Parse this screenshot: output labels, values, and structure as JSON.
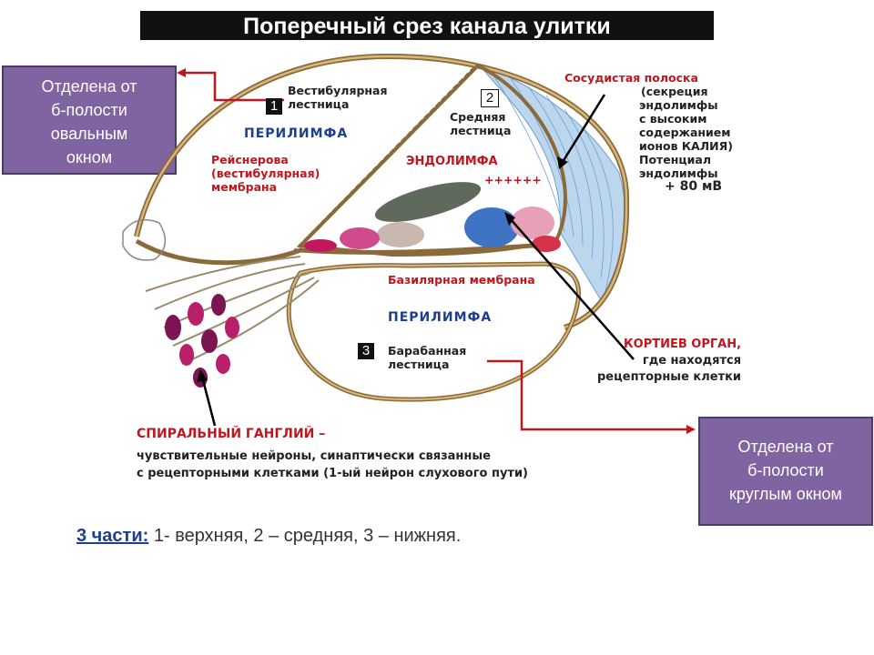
{
  "title": "Поперечный срез канала улитки",
  "left_box": [
    "Отделена от",
    "б-полости",
    "овальным",
    "окном"
  ],
  "right_box": [
    "Отделена от",
    "б-полости",
    "круглым окном"
  ],
  "labels": {
    "vestibular": [
      "Вестибулярная",
      "лестница"
    ],
    "perilymph_top": "ПЕРИЛИМФА",
    "reissner": [
      "Рейснерова",
      "(вестибулярная)",
      "мембрана"
    ],
    "middle": [
      "Средняя",
      "лестница"
    ],
    "endolymph": "ЭНДОЛИМФА",
    "plus": "++++++",
    "vascular": [
      "Сосудистая полоска",
      "(секреция",
      "эндолимфы",
      "с высоким",
      "содержанием",
      "ионов КАЛИЯ)",
      "Потенциал",
      "эндолимфы",
      "+ 80 мВ"
    ],
    "basilar": "Базилярная мембрана",
    "perilymph_bottom": "ПЕРИЛИМФА",
    "tympanic": [
      "Барабанная",
      "лестница"
    ],
    "corti": [
      "КОРТИЕВ ОРГАН,",
      "где находятся",
      "рецепторные клетки"
    ],
    "ganglion_head": "СПИРАЛЬНЫЙ ГАНГЛИЙ –",
    "ganglion_text": [
      "чувствительные нейроны, синаптически связанные",
      "с рецепторными клетками (1-ый нейрон слухового пути)"
    ]
  },
  "numbers": [
    "1",
    "2",
    "3"
  ],
  "bottom": {
    "head": "3 части:",
    "text": " 1- верхняя, 2 – средняя, 3 – нижняя."
  },
  "colors": {
    "accent_box": "#8064a2",
    "arrow_red": "#c0161e",
    "wall": "#8a6a3a",
    "cochlear_blue": "#6f9fd0"
  }
}
